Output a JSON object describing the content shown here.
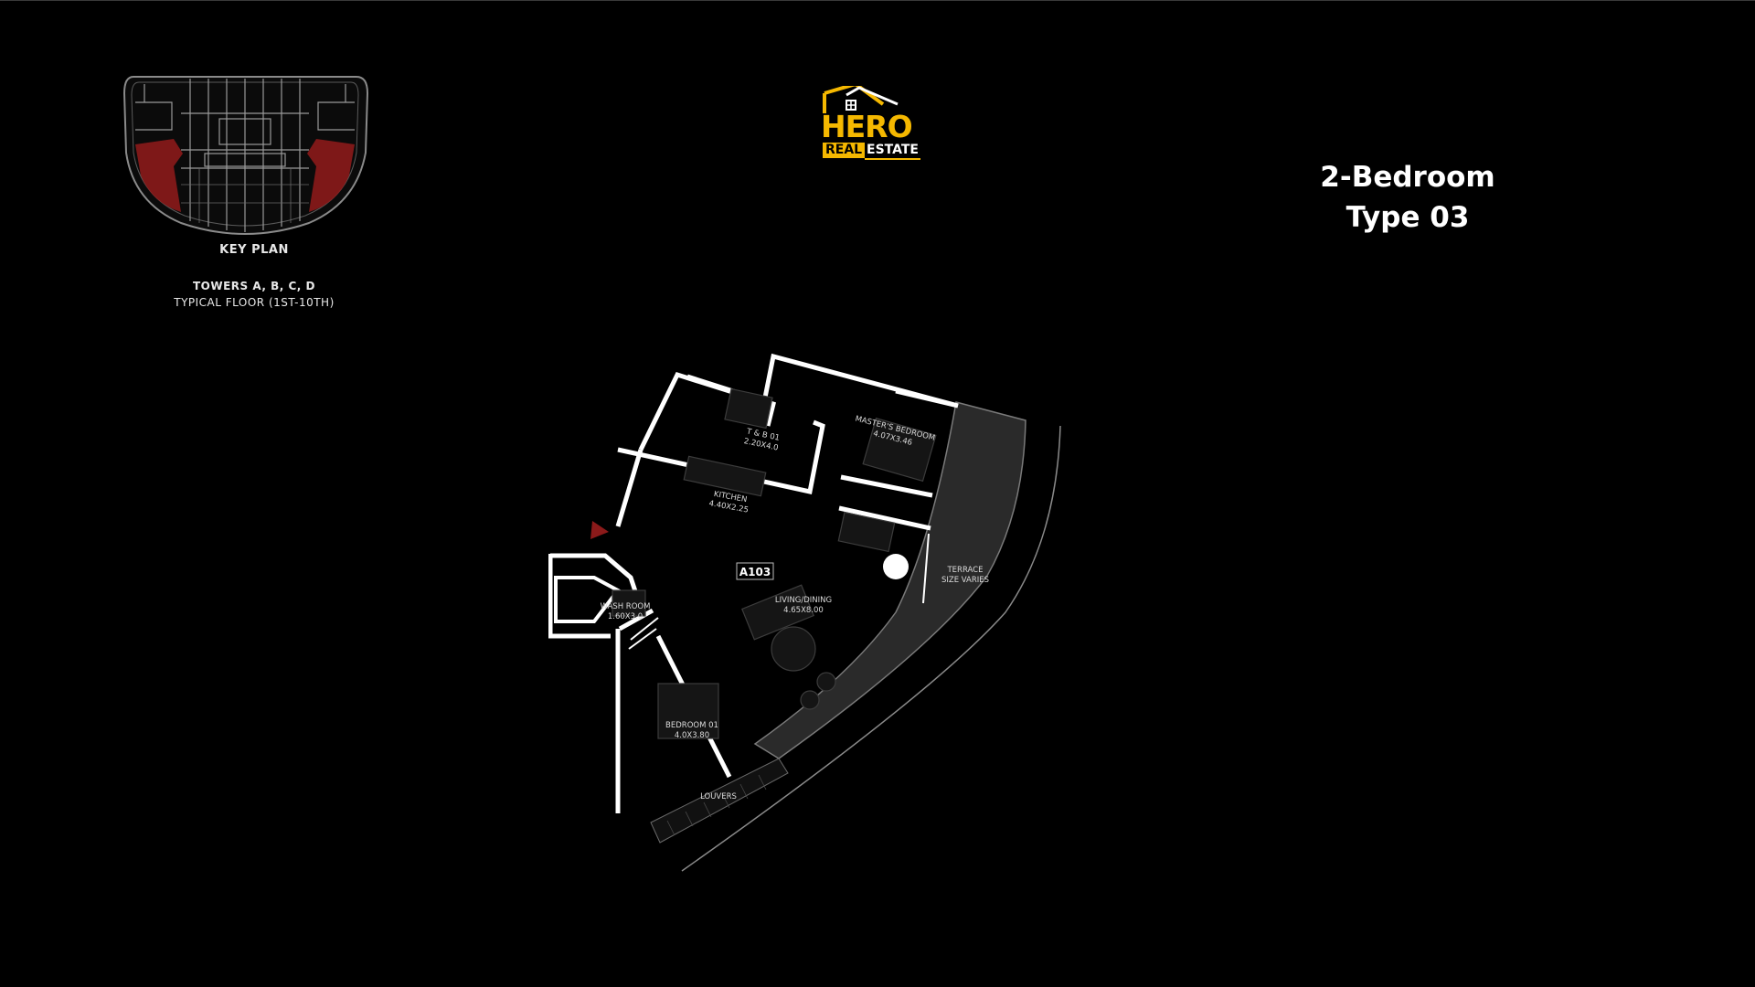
{
  "header": {
    "title_line1": "2-Bedroom",
    "title_line2": "Type 03"
  },
  "logo": {
    "brand_main": "HERO",
    "brand_real": "REAL",
    "brand_estate": "ESTATE",
    "icon": "house-roof-icon",
    "accent_color": "#f5b800"
  },
  "key_plan": {
    "caption": "KEY PLAN",
    "towers": "TOWERS A, B, C, D",
    "floor": "TYPICAL FLOOR (1ST-10TH)",
    "highlight_color": "#8b1a1a"
  },
  "floor_plan": {
    "unit_id": "A103",
    "rooms": [
      {
        "name": "T & B 01",
        "size": "2.20X4.0"
      },
      {
        "name": "MASTER'S BEDROOM",
        "size": "4.07X3.46"
      },
      {
        "name": "KITCHEN",
        "size": "4.40X2.25"
      },
      {
        "name": "LIVING/DINING",
        "size": "4.65X8.00"
      },
      {
        "name": "WASH ROOM",
        "size": "1.60X3.0"
      },
      {
        "name": "BEDROOM 01",
        "size": "4.0X3.80"
      },
      {
        "name": "TERRACE",
        "size": "SIZE VARIES"
      }
    ],
    "louvers": "LOUVERS",
    "entry_marker_color": "#8b1a1a"
  }
}
